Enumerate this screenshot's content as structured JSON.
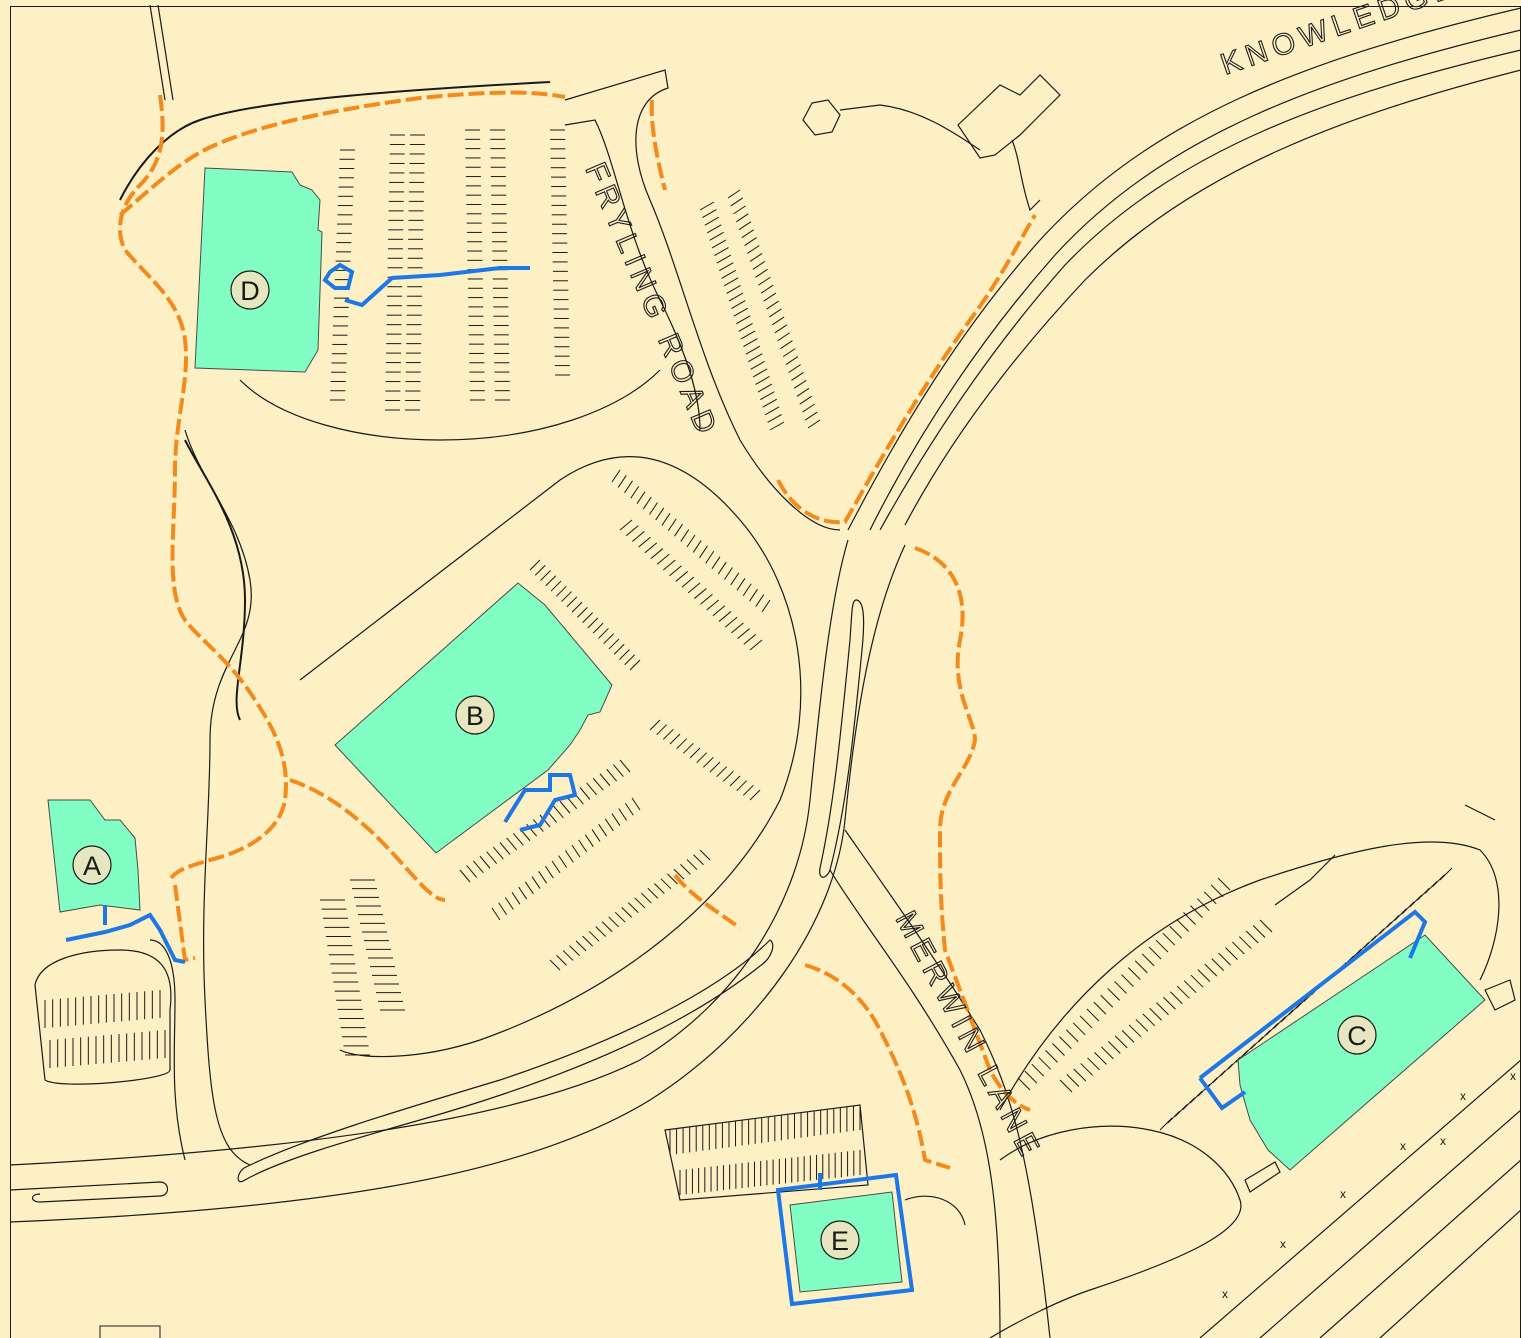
{
  "map": {
    "title": "",
    "colors": {
      "background": "#fdf0c4",
      "building": "#82fdc3",
      "accessible_route": "#1d78e6",
      "walking_path": "#f48a1c",
      "linework": "#1a1a1a"
    },
    "streets": [
      {
        "id": "knowledge",
        "label": "KNOWLEDGE"
      },
      {
        "id": "fryling",
        "label": "FRYLING ROAD"
      },
      {
        "id": "merwin",
        "label": "MERWIN LANE"
      }
    ],
    "buildings": [
      {
        "id": "A",
        "label": "A"
      },
      {
        "id": "B",
        "label": "B"
      },
      {
        "id": "C",
        "label": "C"
      },
      {
        "id": "D",
        "label": "D"
      },
      {
        "id": "E",
        "label": "E"
      }
    ],
    "fence_marker": "x"
  }
}
